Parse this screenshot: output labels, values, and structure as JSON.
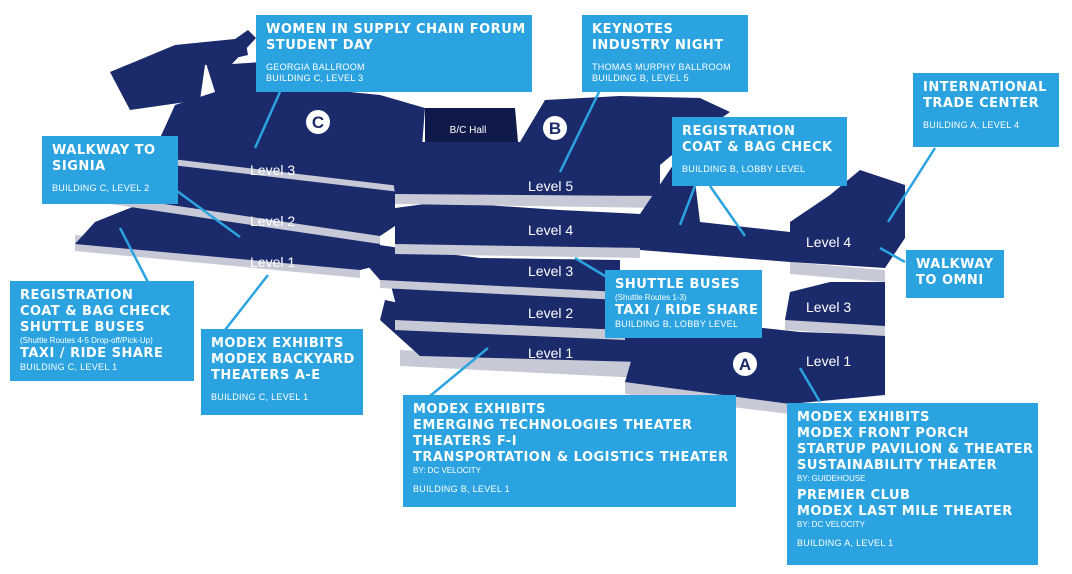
{
  "map": {
    "buildings": {
      "a": "A",
      "b": "B",
      "c": "C"
    },
    "hall": "B/C Hall",
    "level_labels": {
      "c3": "Level 3",
      "c2": "Level 2",
      "c1": "Level 1",
      "b5": "Level 5",
      "b4": "Level 4",
      "b3": "Level 3",
      "b2": "Level 2",
      "b1": "Level 1",
      "a4": "Level 4",
      "a3": "Level 3",
      "a1": "Level 1"
    },
    "colors": {
      "floor": "#1b2a6b",
      "floor_side": "#c7cad6",
      "callout": "#2ba3e0",
      "line": "#2ba3e0"
    }
  },
  "callouts": {
    "women": {
      "title1": "WOMEN IN SUPPLY CHAIN FORUM",
      "title2": "STUDENT DAY",
      "sub1": "GEORGIA BALLROOM",
      "sub2": "BUILDING C, LEVEL 3"
    },
    "keynotes": {
      "title1": "KEYNOTES",
      "title2": "INDUSTRY NIGHT",
      "sub1": "THOMAS MURPHY BALLROOM",
      "sub2": "BUILDING B, LEVEL 5"
    },
    "intl": {
      "title1": "INTERNATIONAL",
      "title2": "TRADE CENTER",
      "sub1": "BUILDING A, LEVEL 4"
    },
    "regb": {
      "title1": "REGISTRATION",
      "title2": "COAT & BAG CHECK",
      "sub1": "BUILDING B, LOBBY LEVEL"
    },
    "signia": {
      "title1": "WALKWAY TO",
      "title2": "SIGNIA",
      "sub1": "BUILDING C, LEVEL 2"
    },
    "omni": {
      "title1": "WALKWAY",
      "title2": "TO OMNI"
    },
    "shuttleb": {
      "title1": "SHUTTLE BUSES",
      "note": "(Shuttle Routes 1-3)",
      "title2": "TAXI / RIDE SHARE",
      "sub1": "BUILDING B, LOBBY LEVEL"
    },
    "regc": {
      "title1": "REGISTRATION",
      "title2": "COAT & BAG CHECK",
      "title3": "SHUTTLE BUSES",
      "note": "(Shuttle Routes 4-5 Drop-off/Pick-Up)",
      "title4": "TAXI / RIDE SHARE",
      "sub1": "BUILDING C, LEVEL 1"
    },
    "modexc": {
      "title1": "MODEX EXHIBITS",
      "title2": "MODEX BACKYARD",
      "title3": "THEATERS A-E",
      "sub1": "BUILDING C, LEVEL 1"
    },
    "modexb": {
      "title1": "MODEX EXHIBITS",
      "title2": "EMERGING TECHNOLOGIES THEATER",
      "title3": "THEATERS F-I",
      "title4": "TRANSPORTATION & LOGISTICS THEATER",
      "by": "BY: DC VELOCITY",
      "sub1": "BUILDING B, LEVEL 1"
    },
    "modexa": {
      "title1": "MODEX EXHIBITS",
      "title2": "MODEX FRONT PORCH",
      "title3": "STARTUP PAVILION & THEATER",
      "title4": "SUSTAINABILITY THEATER",
      "by1": "BY: GUIDEHOUSE",
      "title5": "PREMIER CLUB",
      "title6": "MODEX LAST MILE THEATER",
      "by2": "BY: DC VELOCITY",
      "sub1": "BUILDING A, LEVEL 1"
    }
  }
}
